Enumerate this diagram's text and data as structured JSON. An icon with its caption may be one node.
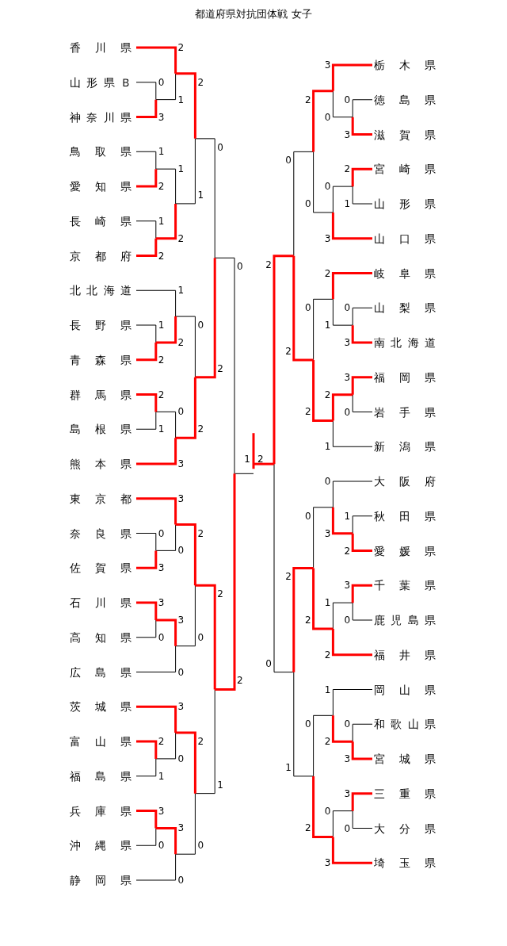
{
  "diagram": {
    "title": "都道府県対抗団体戦 女子",
    "labels": [
      "香川県",
      "山形県Ｂ",
      "神奈川県",
      "鳥取県",
      "愛知県",
      "長崎県",
      "京都府",
      "北北海道",
      "長野県",
      "青森県",
      "群馬県",
      "島根県",
      "熊本県",
      "東京都",
      "奈良県",
      "佐賀県",
      "石川県",
      "高知県",
      "広島県",
      "茨城県",
      "富山県",
      "福島県",
      "兵庫県",
      "沖縄県",
      "静岡県",
      "栃木県",
      "徳島県",
      "滋賀県",
      "宮崎県",
      "山形県",
      "山口県",
      "岐阜県",
      "山梨県",
      "南北海道",
      "福岡県",
      "岩手県",
      "新潟県",
      "大阪府",
      "秋田県",
      "愛媛県",
      "千葉県",
      "鹿児島県",
      "福井県",
      "岡山県",
      "和歌山県",
      "宮城県",
      "三重県",
      "大分県",
      "埼玉県",
      "0",
      "3",
      "2",
      "1",
      "1",
      "2",
      "1",
      "2",
      "1",
      "2",
      "2",
      "1",
      "1",
      "2",
      "1",
      "2",
      "2",
      "1",
      "0",
      "3",
      "0",
      "2",
      "0",
      "2",
      "0",
      "3",
      "3",
      "0",
      "3",
      "0",
      "3",
      "0",
      "2",
      "0",
      "2",
      "1",
      "3",
      "0",
      "3",
      "0",
      "3",
      "0",
      "2",
      "0",
      "2",
      "1",
      "0",
      "2",
      "0",
      "3",
      "3",
      "0",
      "2",
      "1",
      "0",
      "3",
      "2",
      "0",
      "0",
      "3",
      "2",
      "1",
      "3",
      "0",
      "2",
      "1",
      "0",
      "2",
      "0",
      "2",
      "1",
      "2",
      "0",
      "3",
      "3",
      "0",
      "1",
      "2",
      "0",
      "2",
      "0",
      "3",
      "1",
      "2",
      "3",
      "0",
      "0",
      "3",
      "0",
      "2",
      "2",
      "1",
      "2",
      "0",
      "1",
      "2"
    ]
  }
}
